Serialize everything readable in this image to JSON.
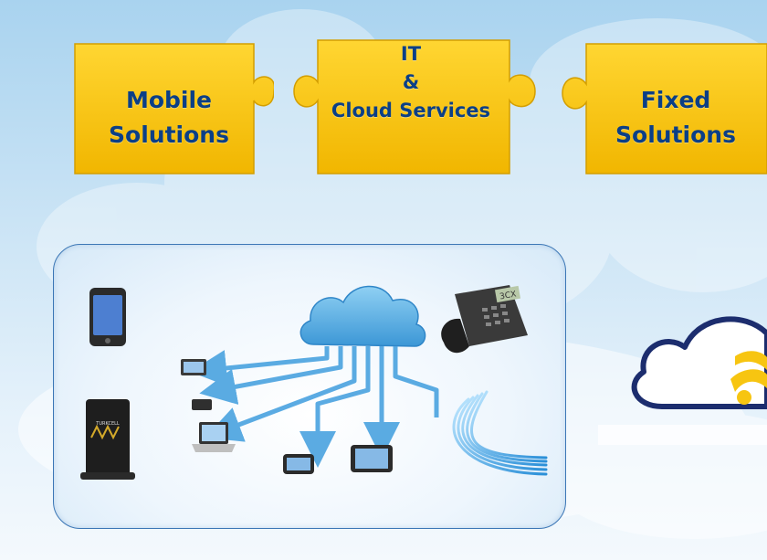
{
  "pieces": {
    "mobile": {
      "line1": "Mobile",
      "line2": "Solutions"
    },
    "it": {
      "line1": "IT",
      "line2": "&",
      "line3": "Cloud Services"
    },
    "fixed": {
      "line1": "Fixed",
      "line2": "Solutions"
    }
  },
  "devices": {
    "phone_display_label": "3CX",
    "router_label": "TURKCELL"
  },
  "colors": {
    "puzzle_yellow": "#f7c511",
    "puzzle_text": "#0b3f86",
    "cloud_blue": "#5aaee0",
    "panel_border": "#3c77b6",
    "logo_navy": "#1c2d6e"
  }
}
